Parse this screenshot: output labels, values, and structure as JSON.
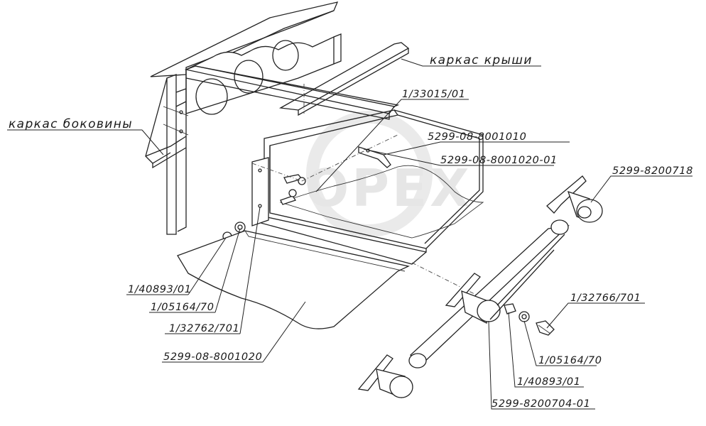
{
  "watermark": "OPEX",
  "labels": {
    "roof_frame": "каркас крыши",
    "side_frame": "каркас боковины",
    "p_33015": "1/33015/01",
    "p_8001010": "5299-08-8001010",
    "p_8001020_01": "5299-08-8001020-01",
    "p_8200718": "5299-8200718",
    "p_40893_left": "1/40893/01",
    "p_05164_left": "1/05164/70",
    "p_32762": "1/32762/701",
    "p_8001020": "5299-08-8001020",
    "p_32766": "1/32766/701",
    "p_05164_right": "1/05164/70",
    "p_40893_right": "1/40893/01",
    "p_8200704": "5299-8200704-01"
  }
}
